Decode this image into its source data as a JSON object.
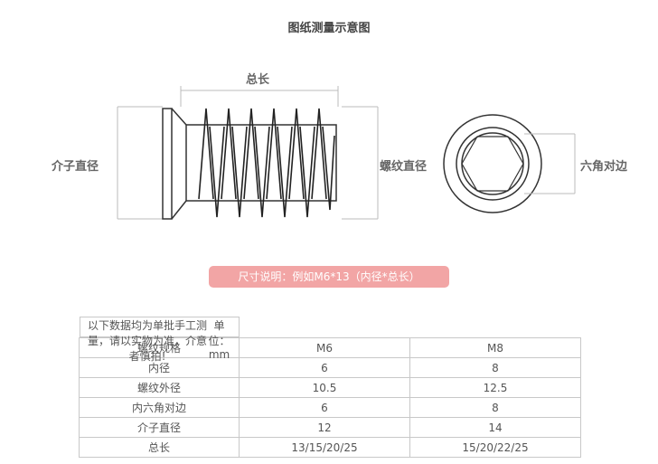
{
  "page_title": "图纸测量示意图",
  "diagram": {
    "total_length_label": "总长",
    "flange_diameter_label": "介子直径",
    "thread_diameter_label": "螺纹直径",
    "hex_label": "六角对边"
  },
  "note_pill": "尺寸说明：例如M6*13（内径*总长）",
  "table": {
    "notice": "以下数据均为单批手工测量，请以实物为准，介意者慎拍!",
    "unit": "单位：mm",
    "rows": [
      {
        "label": "螺纹规格",
        "m6": "M6",
        "m8": "M8"
      },
      {
        "label": "内径",
        "m6": "6",
        "m8": "8"
      },
      {
        "label": "螺纹外径",
        "m6": "10.5",
        "m8": "12.5"
      },
      {
        "label": "内六角对边",
        "m6": "6",
        "m8": "8"
      },
      {
        "label": "介子直径",
        "m6": "12",
        "m8": "14"
      },
      {
        "label": "总长",
        "m6": "13/15/20/25",
        "m8": "15/20/22/25"
      }
    ]
  }
}
